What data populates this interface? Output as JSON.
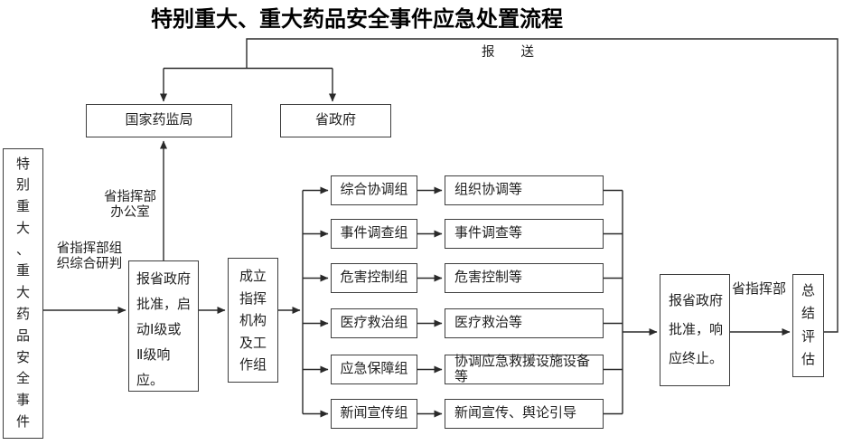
{
  "title": "特别重大、重大药品安全事件应急处置流程",
  "colors": {
    "ink": "#1f1f1f",
    "line": "#2a2a2a",
    "background": "#ffffff"
  },
  "labels": {
    "report_send": "报送",
    "cmd_office_line1": "省指挥部",
    "cmd_office_line2": "办公室",
    "cmd_research_line1": "省指挥部组",
    "cmd_research_line2": "织综合研判",
    "cmd_dept": "省指挥部"
  },
  "boxes": {
    "national_bureau": "国家药监局",
    "provincial_gov": "省政府",
    "event": {
      "chars": [
        "特",
        "别",
        "重",
        "大",
        "、",
        "重",
        "大",
        "药",
        "品",
        "安",
        "全",
        "事",
        "件"
      ]
    },
    "report_start": {
      "lines": [
        "报省政府",
        "批准，启",
        "动Ⅰ级或",
        "Ⅱ级响",
        "应。"
      ]
    },
    "establish": {
      "lines": [
        "成立",
        "指挥",
        "机构",
        "及工",
        "作组"
      ]
    },
    "report_end": {
      "lines": [
        "报省政府",
        "批准，响",
        "应终止。"
      ]
    },
    "summary": {
      "chars": [
        "总",
        "结",
        "评",
        "估"
      ]
    }
  },
  "workgroups": {
    "rows": [
      {
        "group": "综合协调组",
        "desc": "组织协调等"
      },
      {
        "group": "事件调查组",
        "desc": "事件调查等"
      },
      {
        "group": "危害控制组",
        "desc": "危害控制等"
      },
      {
        "group": "医疗救治组",
        "desc": "医疗救治等"
      },
      {
        "group": "应急保障组",
        "desc": "协调应急救援设施设备等"
      },
      {
        "group": "新闻宣传组",
        "desc": "新闻宣传、舆论引导"
      }
    ]
  }
}
